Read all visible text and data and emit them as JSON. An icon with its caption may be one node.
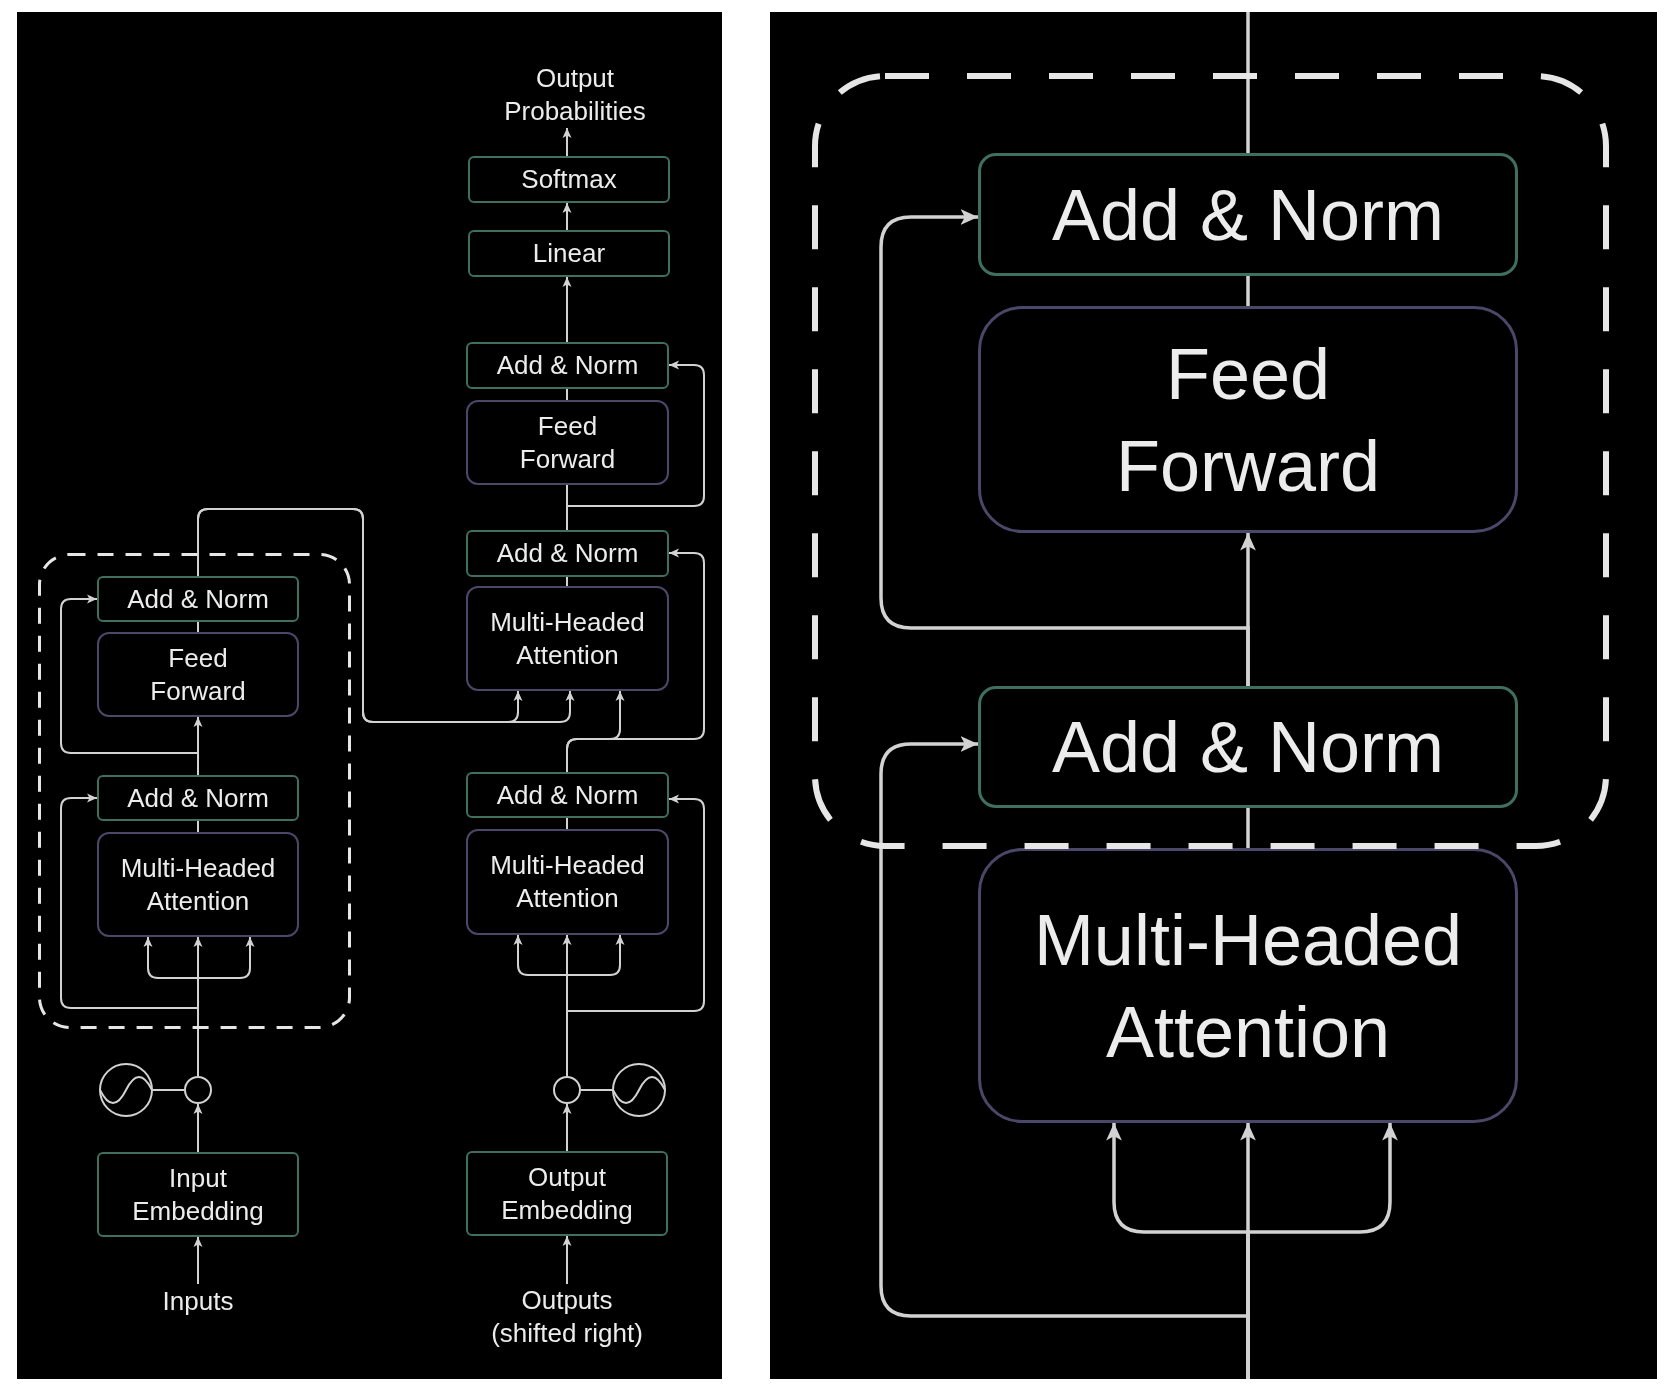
{
  "diagram": {
    "nodes": [
      {
        "text": [
          "Output Probabilities"
        ]
      },
      {
        "text": [
          "Softmax"
        ]
      },
      {
        "text": [
          "Linear"
        ]
      },
      {
        "text": [
          "Add & Norm"
        ]
      },
      {
        "text": [
          "Feed Forward"
        ]
      },
      {
        "text": [
          "Add & Norm"
        ]
      },
      {
        "text": [
          "Multi-Headed Attention"
        ]
      },
      {
        "text": [],
        "shape": "box"
      },
      {
        "text": [
          "Add & Norm"
        ],
        "in": 7
      },
      {
        "text": [
          "Feed Forward"
        ],
        "in": 7
      },
      {
        "text": [
          "Add & Norm"
        ],
        "in": 7
      },
      {
        "text": [
          "Multi-Headed Attention"
        ],
        "in": 7
      },
      {
        "text": [
          "Add & Norm"
        ]
      },
      {
        "text": [
          "Multi-Headed Attention"
        ]
      },
      {
        "text": [],
        "shape": "circle"
      },
      {
        "text": [],
        "shape": "circle"
      },
      {
        "text": [],
        "shape": "circle"
      },
      {
        "text": [],
        "shape": "circle"
      },
      {
        "text": [
          "Input Embedding"
        ]
      },
      {
        "text": [
          "Output Embedding"
        ]
      },
      {
        "text": [
          "Inputs"
        ]
      },
      {
        "text": [
          "Outputs (shifted right)"
        ]
      },
      {
        "text": [],
        "shape": "box"
      },
      {
        "text": [
          "Add & Norm"
        ],
        "in": 22
      },
      {
        "text": [
          "Feed Forward"
        ],
        "in": 22
      },
      {
        "text": [
          "Add & Norm"
        ],
        "in": 22
      },
      {
        "text": [
          "Multi-Headed Attention"
        ]
      }
    ],
    "edges": [
      {
        "from": 20,
        "to": 18,
        "arrow": "to"
      },
      {
        "from": 18,
        "to": 15,
        "arrow": "to"
      },
      {
        "from": 14,
        "to": 15,
        "arrow": "none"
      },
      {
        "from": 15,
        "to": 11,
        "arrow": "to"
      },
      {
        "from": 15,
        "to": 11,
        "arrow": "to"
      },
      {
        "from": 15,
        "to": 11,
        "arrow": "to"
      },
      {
        "from": 15,
        "to": 10,
        "arrow": "to"
      },
      {
        "from": 11,
        "to": 10,
        "arrow": "none"
      },
      {
        "from": 10,
        "to": 9,
        "arrow": "to"
      },
      {
        "from": 10,
        "to": 8,
        "arrow": "to"
      },
      {
        "from": 9,
        "to": 8,
        "arrow": "none"
      },
      {
        "from": 8,
        "to": 6,
        "arrow": "to"
      },
      {
        "from": 8,
        "to": 6,
        "arrow": "to"
      },
      {
        "from": 12,
        "to": 6,
        "arrow": "to"
      },
      {
        "from": 12,
        "to": 5,
        "arrow": "to"
      },
      {
        "from": 6,
        "to": 5,
        "arrow": "none"
      },
      {
        "from": 5,
        "to": 4,
        "arrow": "none"
      },
      {
        "from": 5,
        "to": 3,
        "arrow": "to"
      },
      {
        "from": 4,
        "to": 3,
        "arrow": "none"
      },
      {
        "from": 3,
        "to": 2,
        "arrow": "to"
      },
      {
        "from": 2,
        "to": 1,
        "arrow": "to"
      },
      {
        "from": 1,
        "to": 0,
        "arrow": "to"
      },
      {
        "from": 21,
        "to": 19,
        "arrow": "to"
      },
      {
        "from": 19,
        "to": 16,
        "arrow": "to"
      },
      {
        "from": 16,
        "to": 17,
        "arrow": "none"
      },
      {
        "from": 16,
        "to": 13,
        "arrow": "to"
      },
      {
        "from": 16,
        "to": 13,
        "arrow": "to"
      },
      {
        "from": 16,
        "to": 13,
        "arrow": "to"
      },
      {
        "from": 16,
        "to": 12,
        "arrow": "to"
      },
      {
        "from": 13,
        "to": 12,
        "arrow": "none"
      },
      {
        "from": null,
        "to": 26,
        "arrow": "to"
      },
      {
        "from": null,
        "to": 26,
        "arrow": "to"
      },
      {
        "from": null,
        "to": 26,
        "arrow": "to"
      },
      {
        "from": null,
        "to": 25,
        "arrow": "to"
      },
      {
        "from": 26,
        "to": 25,
        "arrow": "none"
      },
      {
        "from": 25,
        "to": 24,
        "arrow": "to"
      },
      {
        "from": 25,
        "to": 23,
        "arrow": "to"
      },
      {
        "from": 24,
        "to": 23,
        "arrow": "none"
      },
      {
        "from": 23,
        "to": null,
        "arrow": "none"
      }
    ]
  }
}
